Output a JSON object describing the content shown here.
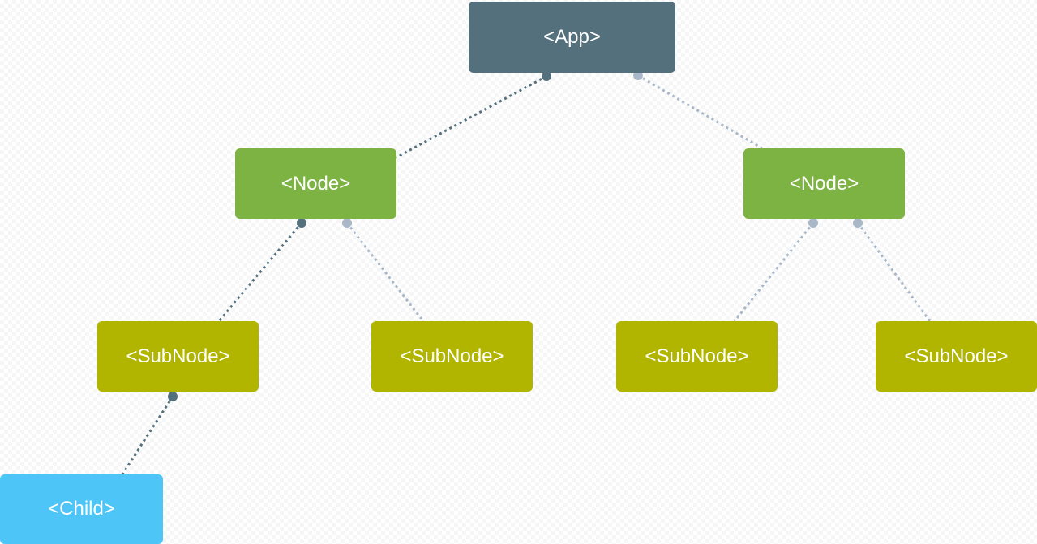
{
  "colors": {
    "app": "#54707d",
    "node": "#7db342",
    "subnode": "#b1b500",
    "child": "#4dc6f7",
    "edge_dark": "#54707d",
    "edge_light": "#a9b8c8"
  },
  "nodes": {
    "app": {
      "label": "<App>"
    },
    "node_left": {
      "label": "<Node>"
    },
    "node_right": {
      "label": "<Node>"
    },
    "subnode_1": {
      "label": "<SubNode>"
    },
    "subnode_2": {
      "label": "<SubNode>"
    },
    "subnode_3": {
      "label": "<SubNode>"
    },
    "subnode_4": {
      "label": "<SubNode>"
    },
    "child": {
      "label": "<Child>"
    }
  },
  "edges": [
    {
      "from": "app",
      "to": "node_left",
      "style": "dark"
    },
    {
      "from": "app",
      "to": "node_right",
      "style": "light"
    },
    {
      "from": "node_left",
      "to": "subnode_1",
      "style": "dark"
    },
    {
      "from": "node_left",
      "to": "subnode_2",
      "style": "light"
    },
    {
      "from": "node_right",
      "to": "subnode_3",
      "style": "light"
    },
    {
      "from": "node_right",
      "to": "subnode_4",
      "style": "light"
    },
    {
      "from": "subnode_1",
      "to": "child",
      "style": "dark"
    }
  ]
}
